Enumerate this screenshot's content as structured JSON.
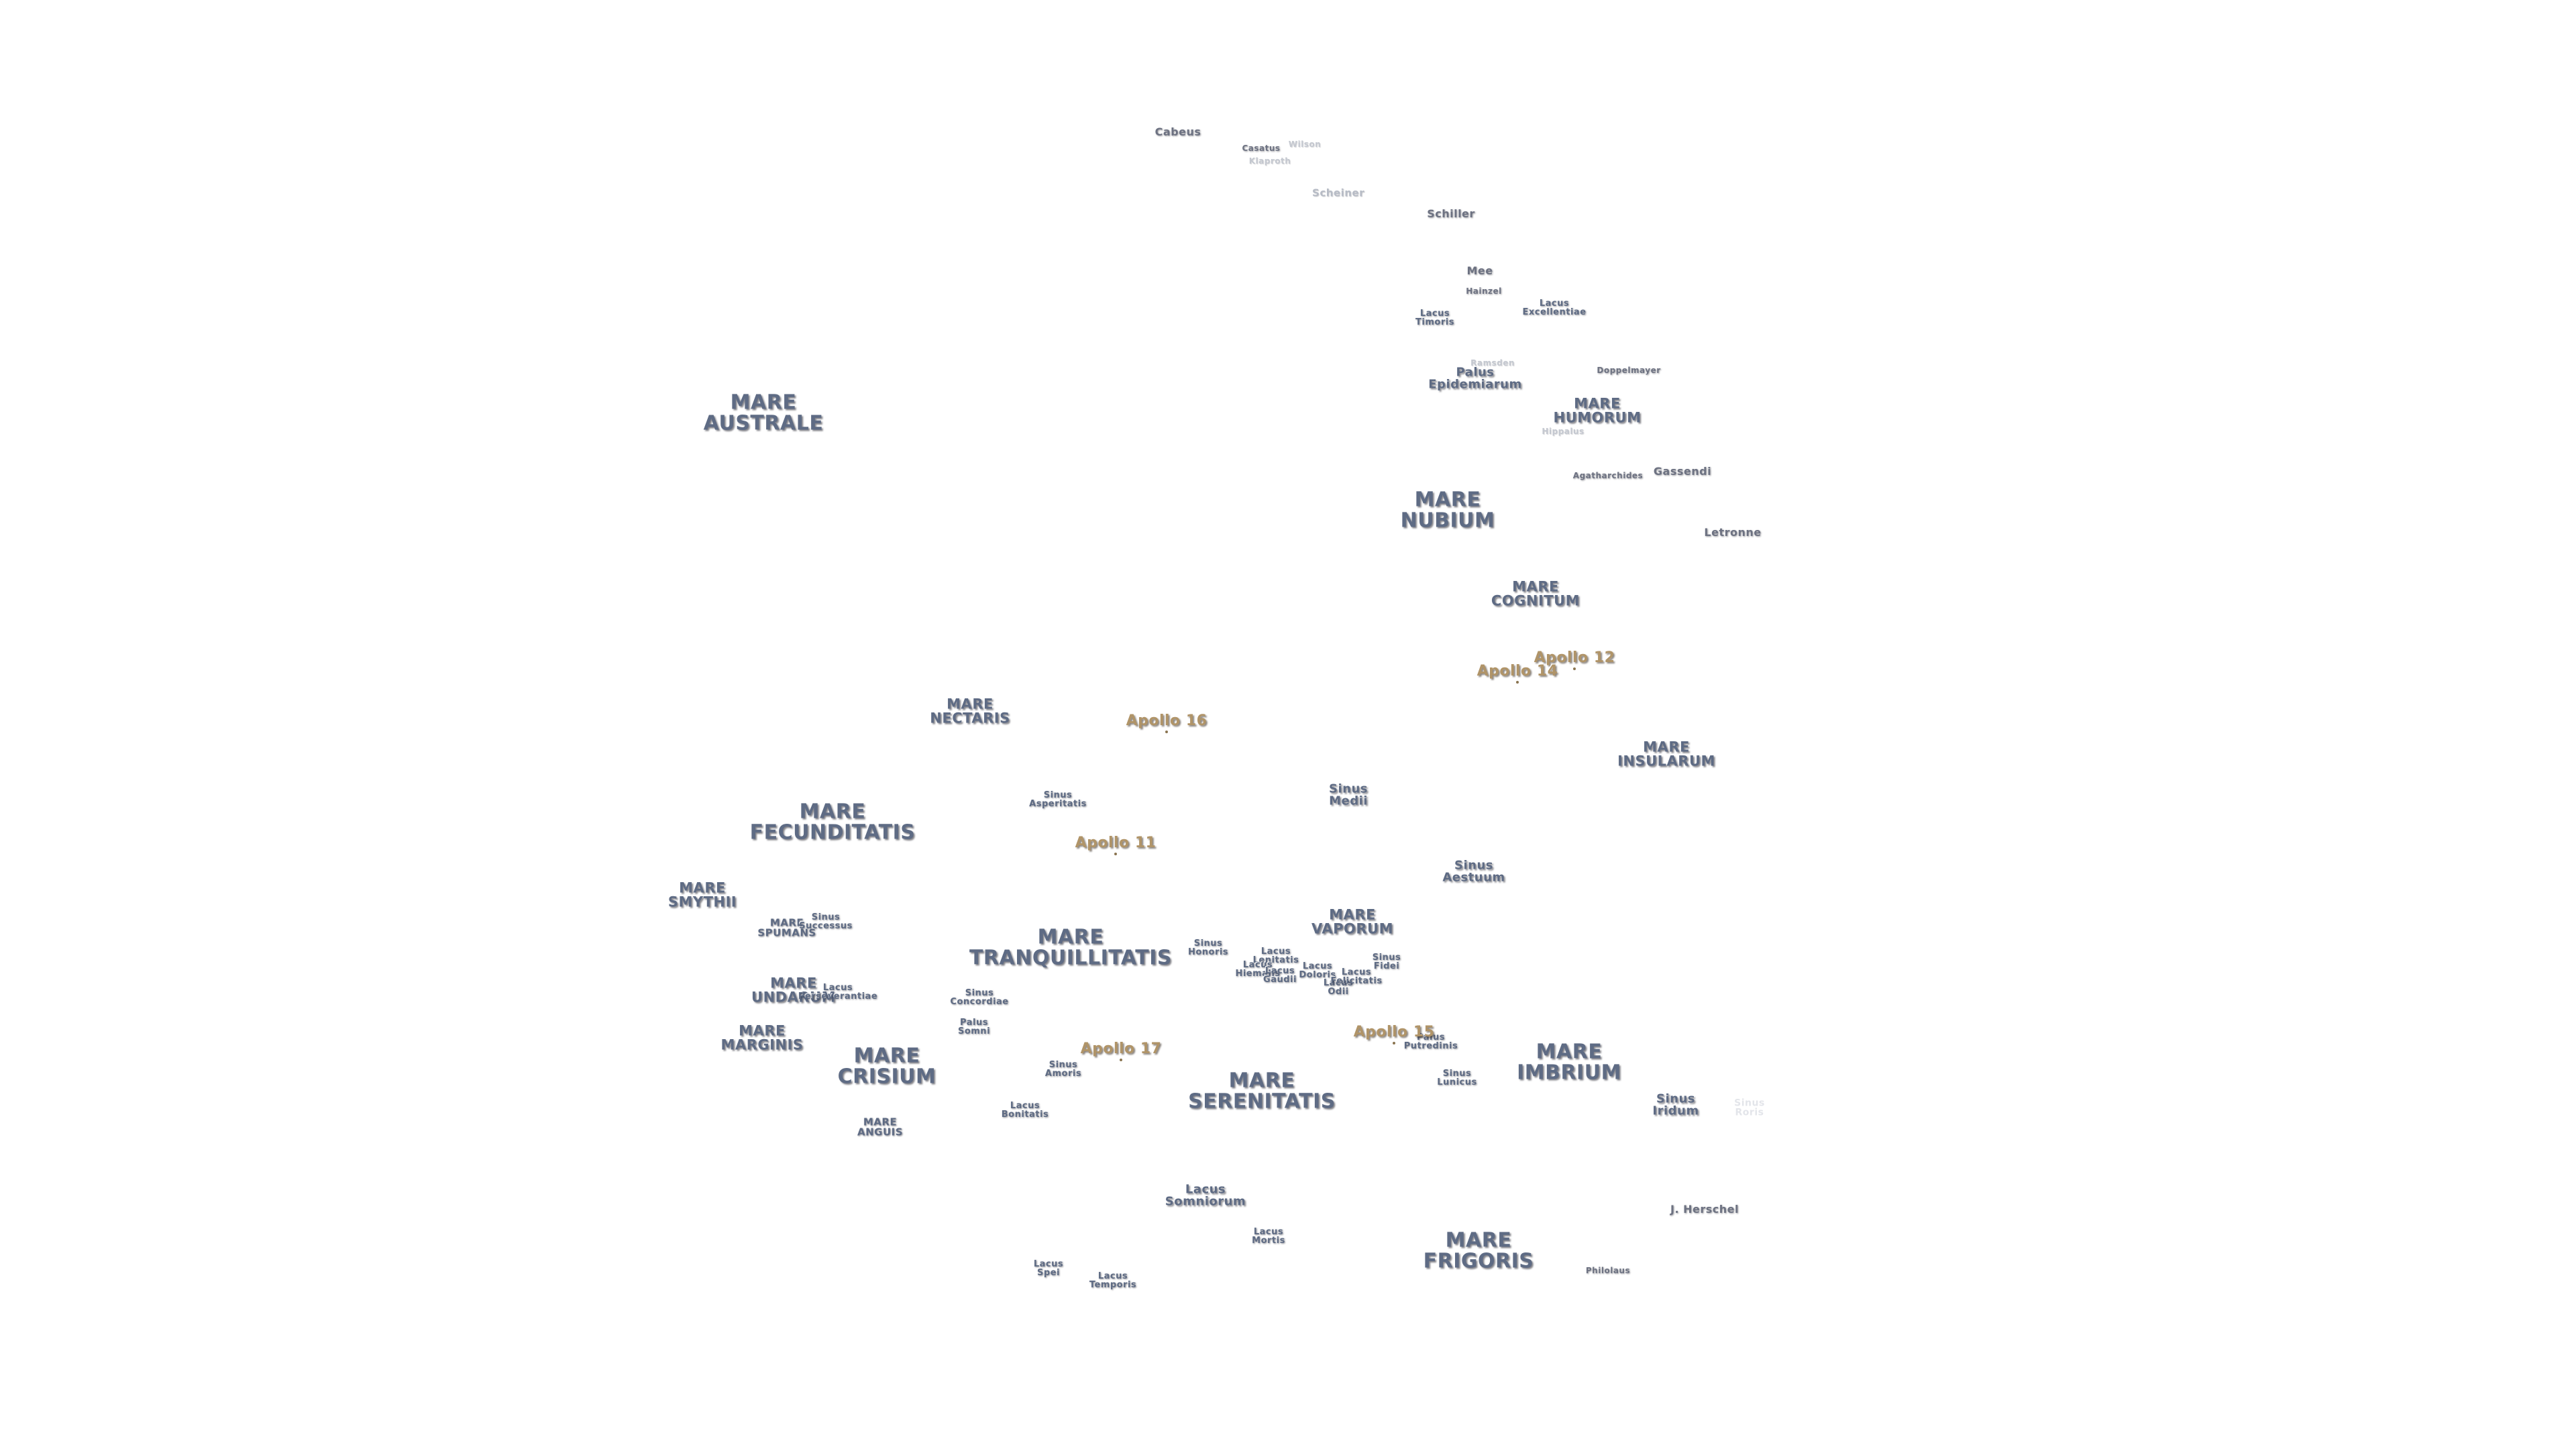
{
  "map": {
    "features": [
      {
        "id": "cabeus",
        "kind": "crater",
        "lines": [
          "Cabeus"
        ]
      },
      {
        "id": "casatus",
        "kind": "crater-s",
        "lines": [
          "Casatus"
        ]
      },
      {
        "id": "klaproth",
        "kind": "faint-s",
        "lines": [
          "Klaproth"
        ]
      },
      {
        "id": "wilson",
        "kind": "faint-s",
        "lines": [
          "Wilson"
        ]
      },
      {
        "id": "scheiner",
        "kind": "faint",
        "lines": [
          "Scheiner"
        ]
      },
      {
        "id": "schiller",
        "kind": "crater",
        "lines": [
          "Schiller"
        ]
      },
      {
        "id": "mee",
        "kind": "crater",
        "lines": [
          "Mee"
        ]
      },
      {
        "id": "hainzel",
        "kind": "crater-s",
        "lines": [
          "Hainzel"
        ]
      },
      {
        "id": "lacus-timoris",
        "kind": "feat-s",
        "lines": [
          "Lacus",
          "Timoris"
        ]
      },
      {
        "id": "lacus-excellentiae",
        "kind": "feat-s",
        "lines": [
          "Lacus",
          "Excellentiae"
        ]
      },
      {
        "id": "ramsden",
        "kind": "faint-s",
        "lines": [
          "Ramsden"
        ]
      },
      {
        "id": "palus-epidemiarum",
        "kind": "feat",
        "lines": [
          "Palus",
          "Epidemiarum"
        ]
      },
      {
        "id": "doppelmayer",
        "kind": "crater-s",
        "lines": [
          "Doppelmayer"
        ]
      },
      {
        "id": "mare-humorum",
        "kind": "mare-m",
        "lines": [
          "MARE",
          "HUMORUM"
        ]
      },
      {
        "id": "hippalus",
        "kind": "faint-s",
        "lines": [
          "Hippalus"
        ]
      },
      {
        "id": "agatharchides",
        "kind": "crater-s",
        "lines": [
          "Agatharchides"
        ]
      },
      {
        "id": "gassendi",
        "kind": "crater",
        "lines": [
          "Gassendi"
        ]
      },
      {
        "id": "mare-australe",
        "kind": "mare",
        "lines": [
          "MARE",
          "AUSTRALE"
        ]
      },
      {
        "id": "mare-nubium",
        "kind": "mare",
        "lines": [
          "MARE",
          "NUBIUM"
        ]
      },
      {
        "id": "letronne",
        "kind": "crater",
        "lines": [
          "Letronne"
        ]
      },
      {
        "id": "mare-cognitum",
        "kind": "mare-m",
        "lines": [
          "MARE",
          "COGNITUM"
        ]
      },
      {
        "id": "mare-nectaris",
        "kind": "mare-m",
        "lines": [
          "MARE",
          "NECTARIS"
        ]
      },
      {
        "id": "mare-insularum",
        "kind": "mare-m",
        "lines": [
          "MARE",
          "INSULARUM"
        ]
      },
      {
        "id": "sinus-asperitatis",
        "kind": "feat-s",
        "lines": [
          "Sinus",
          "Asperitatis"
        ]
      },
      {
        "id": "sinus-medii",
        "kind": "feat",
        "lines": [
          "Sinus",
          "Medii"
        ]
      },
      {
        "id": "mare-fecunditatis",
        "kind": "mare",
        "lines": [
          "MARE",
          "FECUNDITATIS"
        ]
      },
      {
        "id": "sinus-aestuum",
        "kind": "feat",
        "lines": [
          "Sinus",
          "Aestuum"
        ]
      },
      {
        "id": "mare-smythii",
        "kind": "mare-m",
        "lines": [
          "MARE",
          "SMYTHII"
        ]
      },
      {
        "id": "mare-spumans",
        "kind": "mare-s",
        "lines": [
          "MARE",
          "SPUMANS"
        ]
      },
      {
        "id": "sinus-successus",
        "kind": "feat-s",
        "lines": [
          "Sinus",
          "Successus"
        ]
      },
      {
        "id": "mare-vaporum",
        "kind": "mare-m",
        "lines": [
          "MARE",
          "VAPORUM"
        ]
      },
      {
        "id": "mare-tranquillitatis",
        "kind": "mare",
        "lines": [
          "MARE",
          "TRANQUILLITATIS"
        ]
      },
      {
        "id": "sinus-honoris",
        "kind": "feat-s",
        "lines": [
          "Sinus",
          "Honoris"
        ]
      },
      {
        "id": "lacus-lenitatis",
        "kind": "feat-s",
        "lines": [
          "Lacus",
          "Lenitatis"
        ]
      },
      {
        "id": "lacus-hiemalis",
        "kind": "feat-s",
        "lines": [
          "Lacus",
          "Hiemalis"
        ]
      },
      {
        "id": "lacus-gaudii",
        "kind": "feat-s",
        "lines": [
          "Lacus",
          "Gaudii"
        ]
      },
      {
        "id": "lacus-doloris",
        "kind": "feat-s",
        "lines": [
          "Lacus",
          "Doloris"
        ]
      },
      {
        "id": "lacus-odii",
        "kind": "feat-s",
        "lines": [
          "Lacus",
          "Odii"
        ]
      },
      {
        "id": "lacus-felicitatis",
        "kind": "feat-s",
        "lines": [
          "Lacus",
          "Felicitatis"
        ]
      },
      {
        "id": "sinus-fidei",
        "kind": "feat-s",
        "lines": [
          "Sinus",
          "Fidei"
        ]
      },
      {
        "id": "mare-undarum",
        "kind": "mare-m",
        "lines": [
          "MARE",
          "UNDARUM"
        ]
      },
      {
        "id": "lacus-perseverantiae",
        "kind": "feat-s",
        "lines": [
          "Lacus",
          "Perseverantiae"
        ]
      },
      {
        "id": "sinus-concordiae",
        "kind": "feat-s",
        "lines": [
          "Sinus",
          "Concordiae"
        ]
      },
      {
        "id": "palus-somni",
        "kind": "feat-s",
        "lines": [
          "Palus",
          "Somni"
        ]
      },
      {
        "id": "mare-marginis",
        "kind": "mare-m",
        "lines": [
          "MARE",
          "MARGINIS"
        ]
      },
      {
        "id": "palus-putredinis",
        "kind": "feat-s",
        "lines": [
          "Palus",
          "Putredinis"
        ]
      },
      {
        "id": "mare-crisium",
        "kind": "mare",
        "lines": [
          "MARE",
          "CRISIUM"
        ]
      },
      {
        "id": "sinus-amoris",
        "kind": "feat-s",
        "lines": [
          "Sinus",
          "Amoris"
        ]
      },
      {
        "id": "mare-imbrium",
        "kind": "mare",
        "lines": [
          "MARE",
          "IMBRIUM"
        ]
      },
      {
        "id": "sinus-lunicus",
        "kind": "feat-s",
        "lines": [
          "Sinus",
          "Lunicus"
        ]
      },
      {
        "id": "mare-serenitatis",
        "kind": "mare",
        "lines": [
          "MARE",
          "SERENITATIS"
        ]
      },
      {
        "id": "sinus-iridum",
        "kind": "feat",
        "lines": [
          "Sinus",
          "Iridum"
        ]
      },
      {
        "id": "sinus-roris",
        "kind": "faintest",
        "lines": [
          "Sinus",
          "Roris"
        ]
      },
      {
        "id": "lacus-bonitatis",
        "kind": "feat-s",
        "lines": [
          "Lacus",
          "Bonitatis"
        ]
      },
      {
        "id": "mare-anguis",
        "kind": "mare-s",
        "lines": [
          "MARE",
          "ANGUIS"
        ]
      },
      {
        "id": "lacus-somniorum",
        "kind": "feat",
        "lines": [
          "Lacus",
          "Somniorum"
        ]
      },
      {
        "id": "j-herschel",
        "kind": "crater",
        "lines": [
          "J. Herschel"
        ]
      },
      {
        "id": "lacus-mortis",
        "kind": "feat-s",
        "lines": [
          "Lacus",
          "Mortis"
        ]
      },
      {
        "id": "mare-frigoris",
        "kind": "mare",
        "lines": [
          "MARE",
          "FRIGORIS"
        ]
      },
      {
        "id": "lacus-spei",
        "kind": "feat-s",
        "lines": [
          "Lacus",
          "Spei"
        ]
      },
      {
        "id": "lacus-temporis",
        "kind": "feat-s",
        "lines": [
          "Lacus",
          "Temporis"
        ]
      },
      {
        "id": "philolaus",
        "kind": "crater-s",
        "lines": [
          "Philolaus"
        ]
      }
    ],
    "apollo_sites": [
      {
        "id": "apollo-12",
        "label": "Apollo 12"
      },
      {
        "id": "apollo-14",
        "label": "Apollo 14"
      },
      {
        "id": "apollo-16",
        "label": "Apollo 16"
      },
      {
        "id": "apollo-11",
        "label": "Apollo 11"
      },
      {
        "id": "apollo-17",
        "label": "Apollo 17"
      },
      {
        "id": "apollo-15",
        "label": "Apollo 15"
      }
    ]
  }
}
